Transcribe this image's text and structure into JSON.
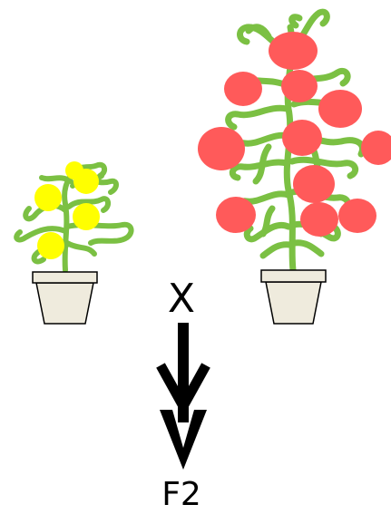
{
  "diagram": {
    "cross_symbol": "X",
    "offspring_label": "F2",
    "colors": {
      "foliage": "#7bc043",
      "small_fruit": "#ffff00",
      "large_fruit": "#ff5a5a",
      "pot_fill": "#efebdd",
      "pot_stroke": "#000000",
      "arrow": "#000000",
      "text": "#000000"
    },
    "parents": [
      {
        "name": "small-plant",
        "fruit_color": "yellow",
        "fruit_count": 5
      },
      {
        "name": "large-plant",
        "fruit_color": "red",
        "fruit_count": 11
      }
    ],
    "arrow_icon": "double-chevron-down-arrow"
  }
}
